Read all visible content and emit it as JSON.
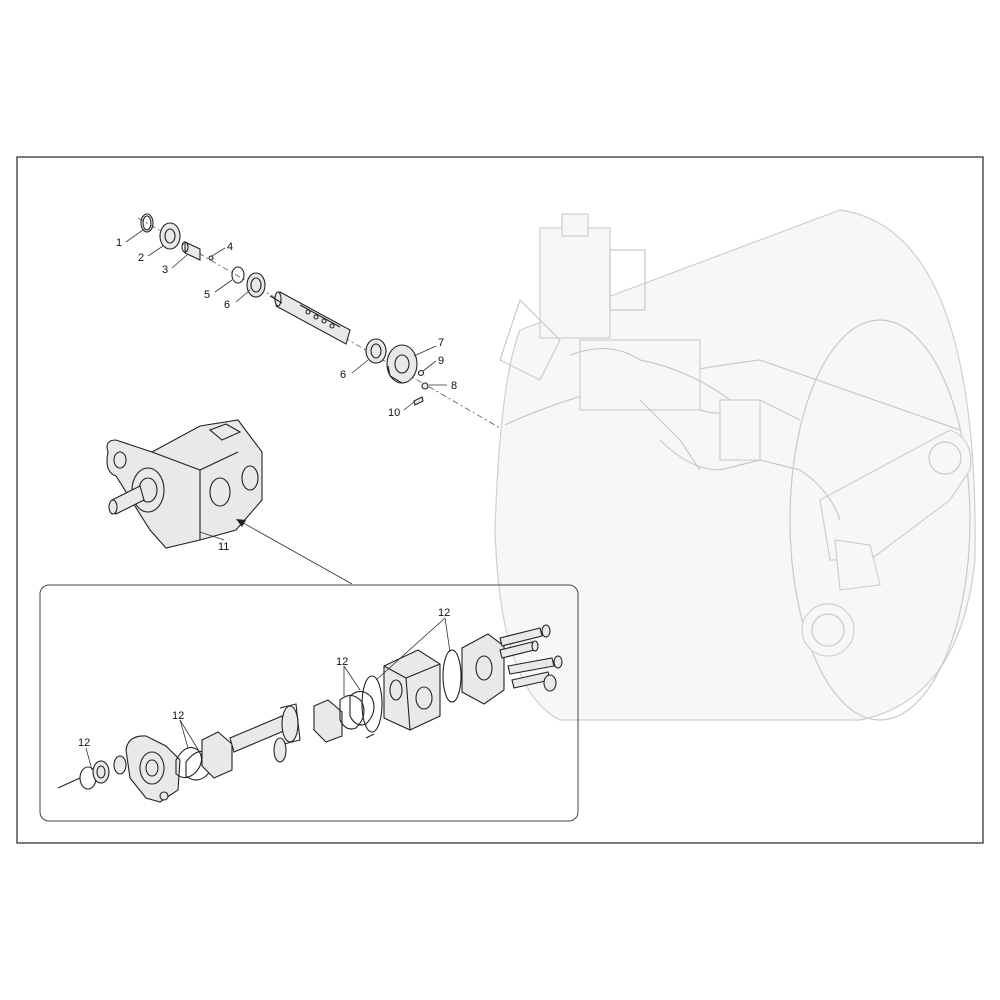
{
  "callouts": {
    "c1": "1",
    "c2": "2",
    "c3": "3",
    "c4": "4",
    "c5": "5",
    "c6a": "6",
    "c6b": "6",
    "c7": "7",
    "c8": "8",
    "c9": "9",
    "c10": "10",
    "c11": "11",
    "c12a": "12",
    "c12b": "12",
    "c12c": "12",
    "c12d": "12"
  }
}
